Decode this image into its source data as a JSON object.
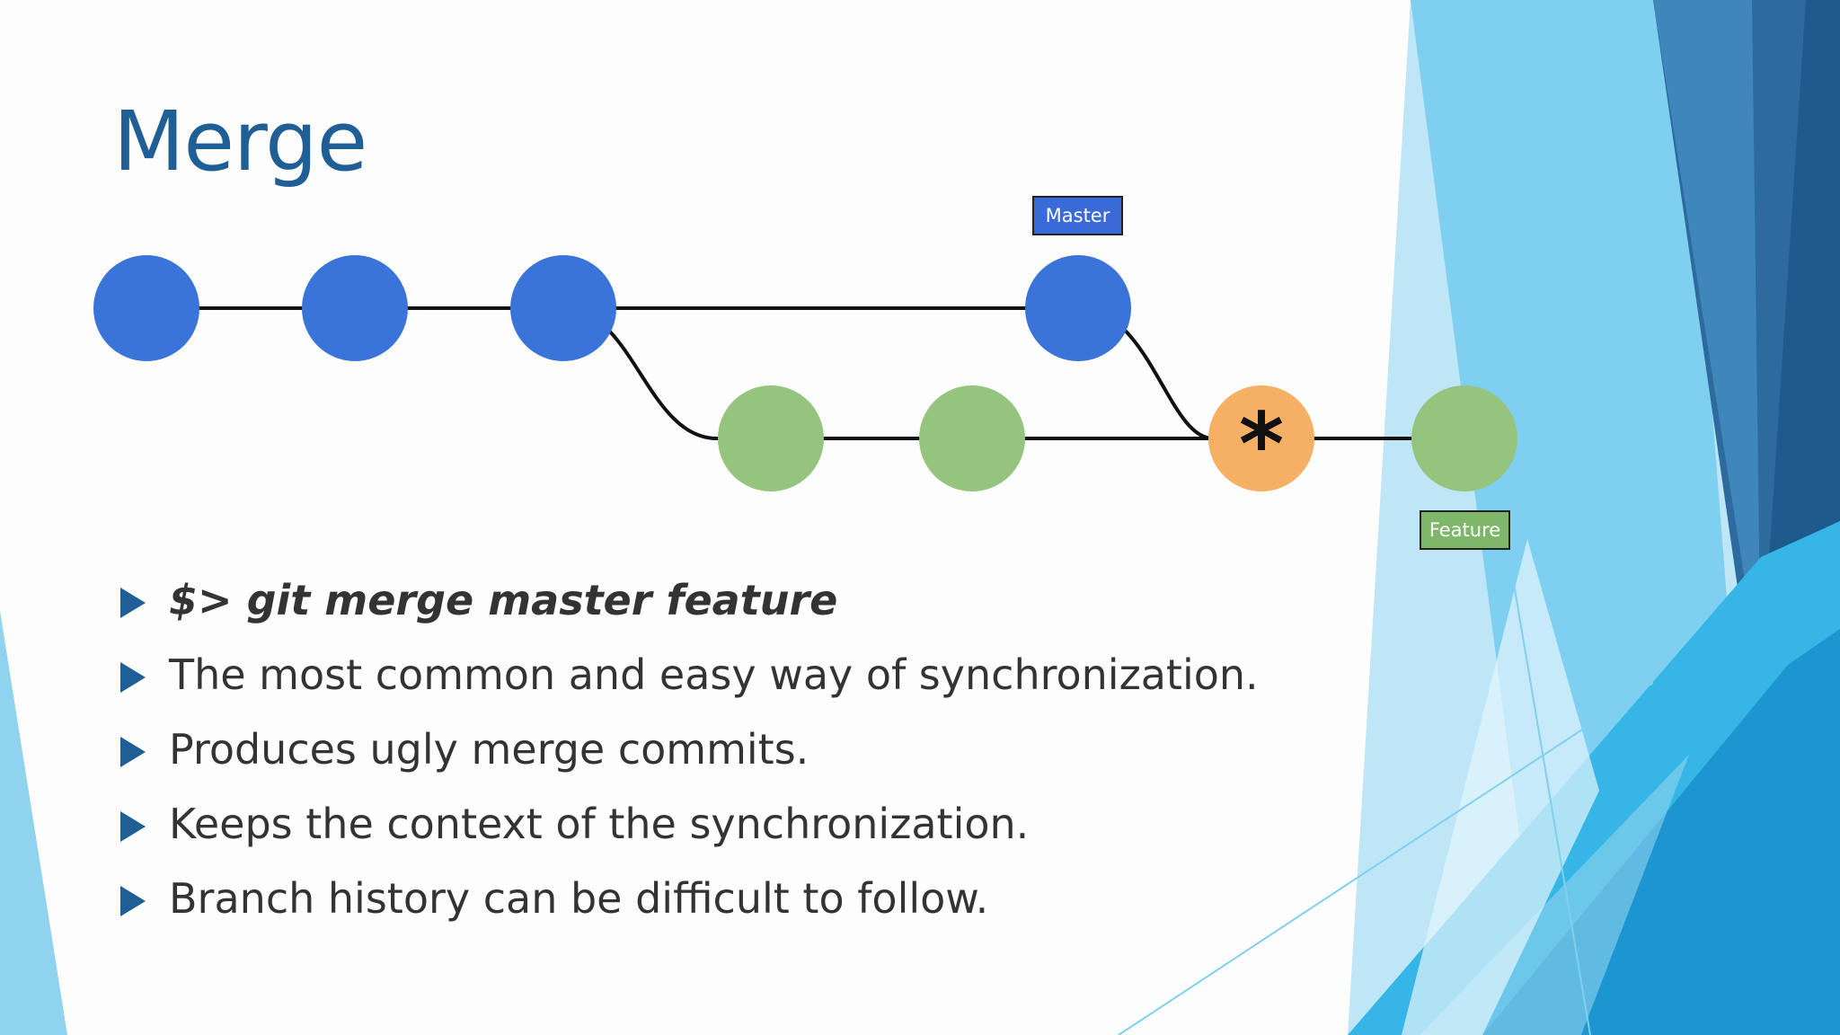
{
  "slide": {
    "title": "Merge"
  },
  "diagram": {
    "master_label": "Master",
    "feature_label": "Feature",
    "merge_symbol": "*",
    "colors": {
      "master_commit": "#3a74d8",
      "feature_commit": "#94c47d",
      "merge_commit": "#f5b066",
      "line": "#111111"
    }
  },
  "bullets": [
    "$> git merge master feature",
    "The most common and easy way of synchronization.",
    "Produces ugly merge commits.",
    "Keeps the context of the synchronization.",
    "Branch history can be difficult to follow."
  ]
}
